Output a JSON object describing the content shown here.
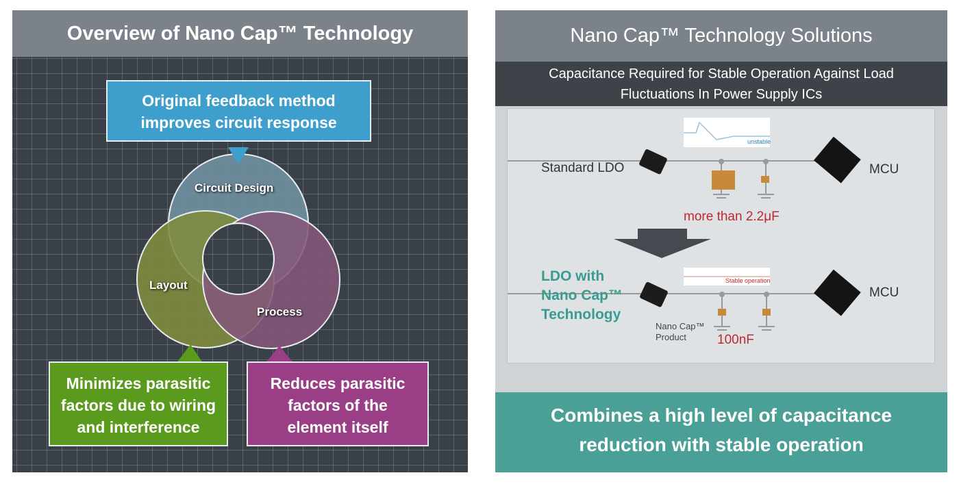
{
  "left": {
    "title": "Overview of Nano Cap™ Technology",
    "top_callout": [
      "Original feedback method",
      "improves circuit response"
    ],
    "rings": {
      "circuit": "Circuit Design",
      "layout": "Layout",
      "process": "Process"
    },
    "green_callout": [
      "Minimizes parasitic",
      "factors due to wiring",
      "and interference"
    ],
    "purple_callout": [
      "Reduces parasitic",
      "factors of the",
      "element itself"
    ],
    "colors": {
      "blue": "#3e9fcc",
      "green": "#5a9a1c",
      "purple": "#9a3f86"
    }
  },
  "right": {
    "title": "Nano Cap™ Technology Solutions",
    "subtitle": [
      "Capacitance Required for Stable Operation Against Load",
      "Fluctuations In Power Supply ICs"
    ],
    "standard_label": "Standard LDO",
    "mcu_label": "MCU",
    "unstable_label": "unstable",
    "standard_cap": "more than 2.2μF",
    "nano_label": [
      "LDO with",
      "Nano Cap™",
      "Technology"
    ],
    "stable_label": "Stable operation",
    "product_label": [
      "Nano Cap™",
      "Product"
    ],
    "nano_cap": "100nF",
    "bottom": [
      "Combines a high level of capacitance",
      "reduction with stable operation"
    ],
    "colors": {
      "teal": "#4a9f96",
      "red": "#c0282d"
    }
  }
}
